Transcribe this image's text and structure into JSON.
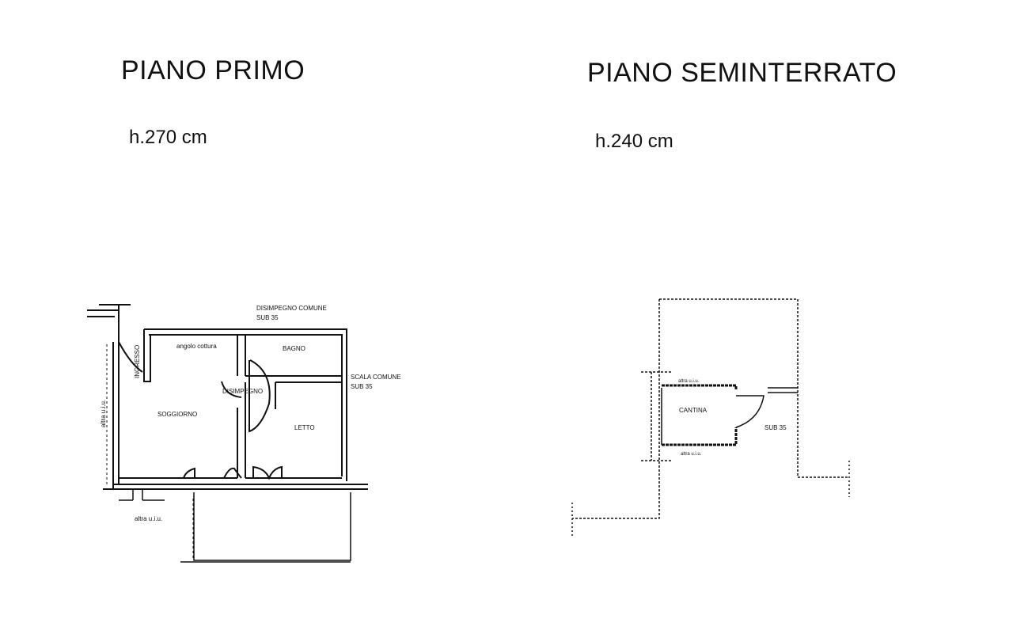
{
  "first_floor": {
    "title": "PIANO PRIMO",
    "height": "h.270 cm",
    "rooms": {
      "ingresso": "INGRESSO",
      "angolo_cottura": "angolo cottura",
      "bagno": "BAGNO",
      "disimpegno": "DISIMPEGNO",
      "soggiorno": "SOGGIORNO",
      "letto": "LETTO"
    },
    "labels": {
      "disimpegno_comune": "DISIMPEGNO COMUNE",
      "disimpegno_comune_sub": "SUB 35",
      "scala_comune": "SCALA COMUNE",
      "scala_comune_sub": "SUB 35",
      "altra_uiu_left": "altra u.i.u.",
      "altra_uiu_bottom": "altra u.i.u."
    }
  },
  "basement": {
    "title": "PIANO SEMINTERRATO",
    "height": "h.240 cm",
    "rooms": {
      "cantina": "CANTINA"
    },
    "labels": {
      "altra_uiu_top": "altra u.i.u.",
      "altra_uiu_bottom": "altra u.i.u.",
      "sub": "SUB 35"
    }
  }
}
